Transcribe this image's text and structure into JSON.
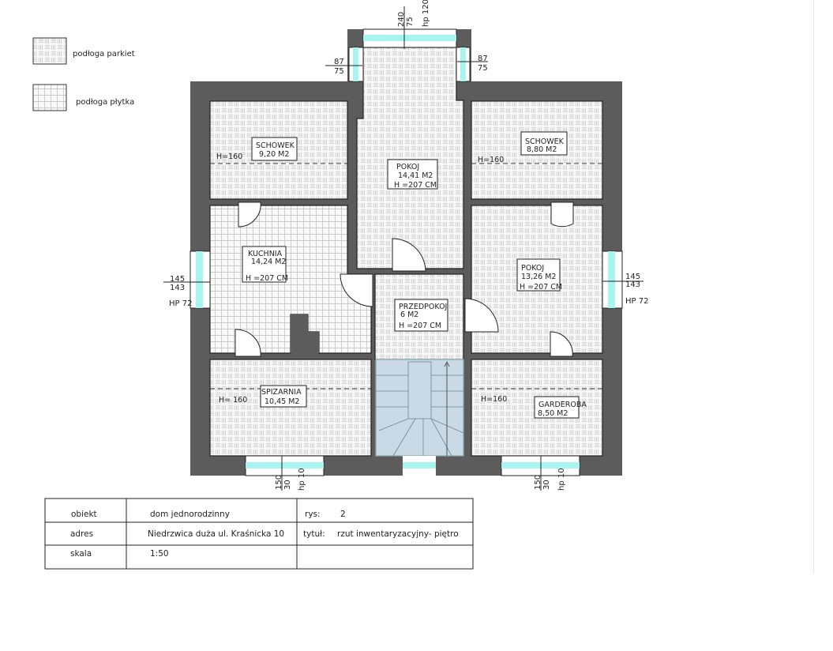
{
  "legend": [
    {
      "label": "podłoga parkiet",
      "pattern": "parquet"
    },
    {
      "label": "podłoga płytka",
      "pattern": "tile"
    }
  ],
  "colors": {
    "wall": "#5c5c5c",
    "window": "#a8f4f0",
    "stairs": "#c9d9e5",
    "floor": "#f6f6f6"
  },
  "rooms": [
    {
      "name": "SCHOWEK",
      "area": "9,20 M2",
      "height_note": "H=160"
    },
    {
      "name": "POKOJ",
      "area": "14,41 M2",
      "height": "H =207 CM"
    },
    {
      "name": "SCHOWEK",
      "area": "8,80 M2",
      "height_note": "H=160"
    },
    {
      "name": "KUCHNIA",
      "area": "14,24 M2",
      "height": "H =207 CM"
    },
    {
      "name": "POKOJ",
      "area": "13,26 M2",
      "height": "H =207 CM"
    },
    {
      "name": "PRZEDPOKOJ",
      "area": "6 M2",
      "height": "H =207 CM"
    },
    {
      "name": "SPIZARNIA",
      "area": "10,45 M2",
      "height_note": "H= 160"
    },
    {
      "name": "GARDEROBA",
      "area": "8,50 M2",
      "height_note": "H=160"
    }
  ],
  "dimensions": {
    "top_window": {
      "w": "240",
      "h": "75",
      "hp": "hp 120"
    },
    "bay_left": {
      "w": "87",
      "h": "75"
    },
    "bay_right": {
      "w": "87",
      "h": "75"
    },
    "left_window": {
      "w": "145",
      "h": "143",
      "hp": "HP 72"
    },
    "right_window": {
      "w": "145",
      "h": "143",
      "hp": "HP 72"
    },
    "bottom_left_window": {
      "w": "150",
      "h": "30",
      "hp": "hp 10"
    },
    "bottom_right_window": {
      "w": "150",
      "h": "30",
      "hp": "hp 10"
    }
  },
  "title_block": {
    "obiekt_label": "obiekt",
    "obiekt_value": "dom jednorodzinny",
    "rys_label": "rys:",
    "rys_value": "2",
    "adres_label": "adres",
    "adres_value": "Niedrzwica duża ul. Kraśnicka 10",
    "tytul_label": "tytuł:",
    "tytul_value": "rzut inwentaryzacyjny- piętro",
    "skala_label": "skala",
    "skala_value": "1:50"
  }
}
